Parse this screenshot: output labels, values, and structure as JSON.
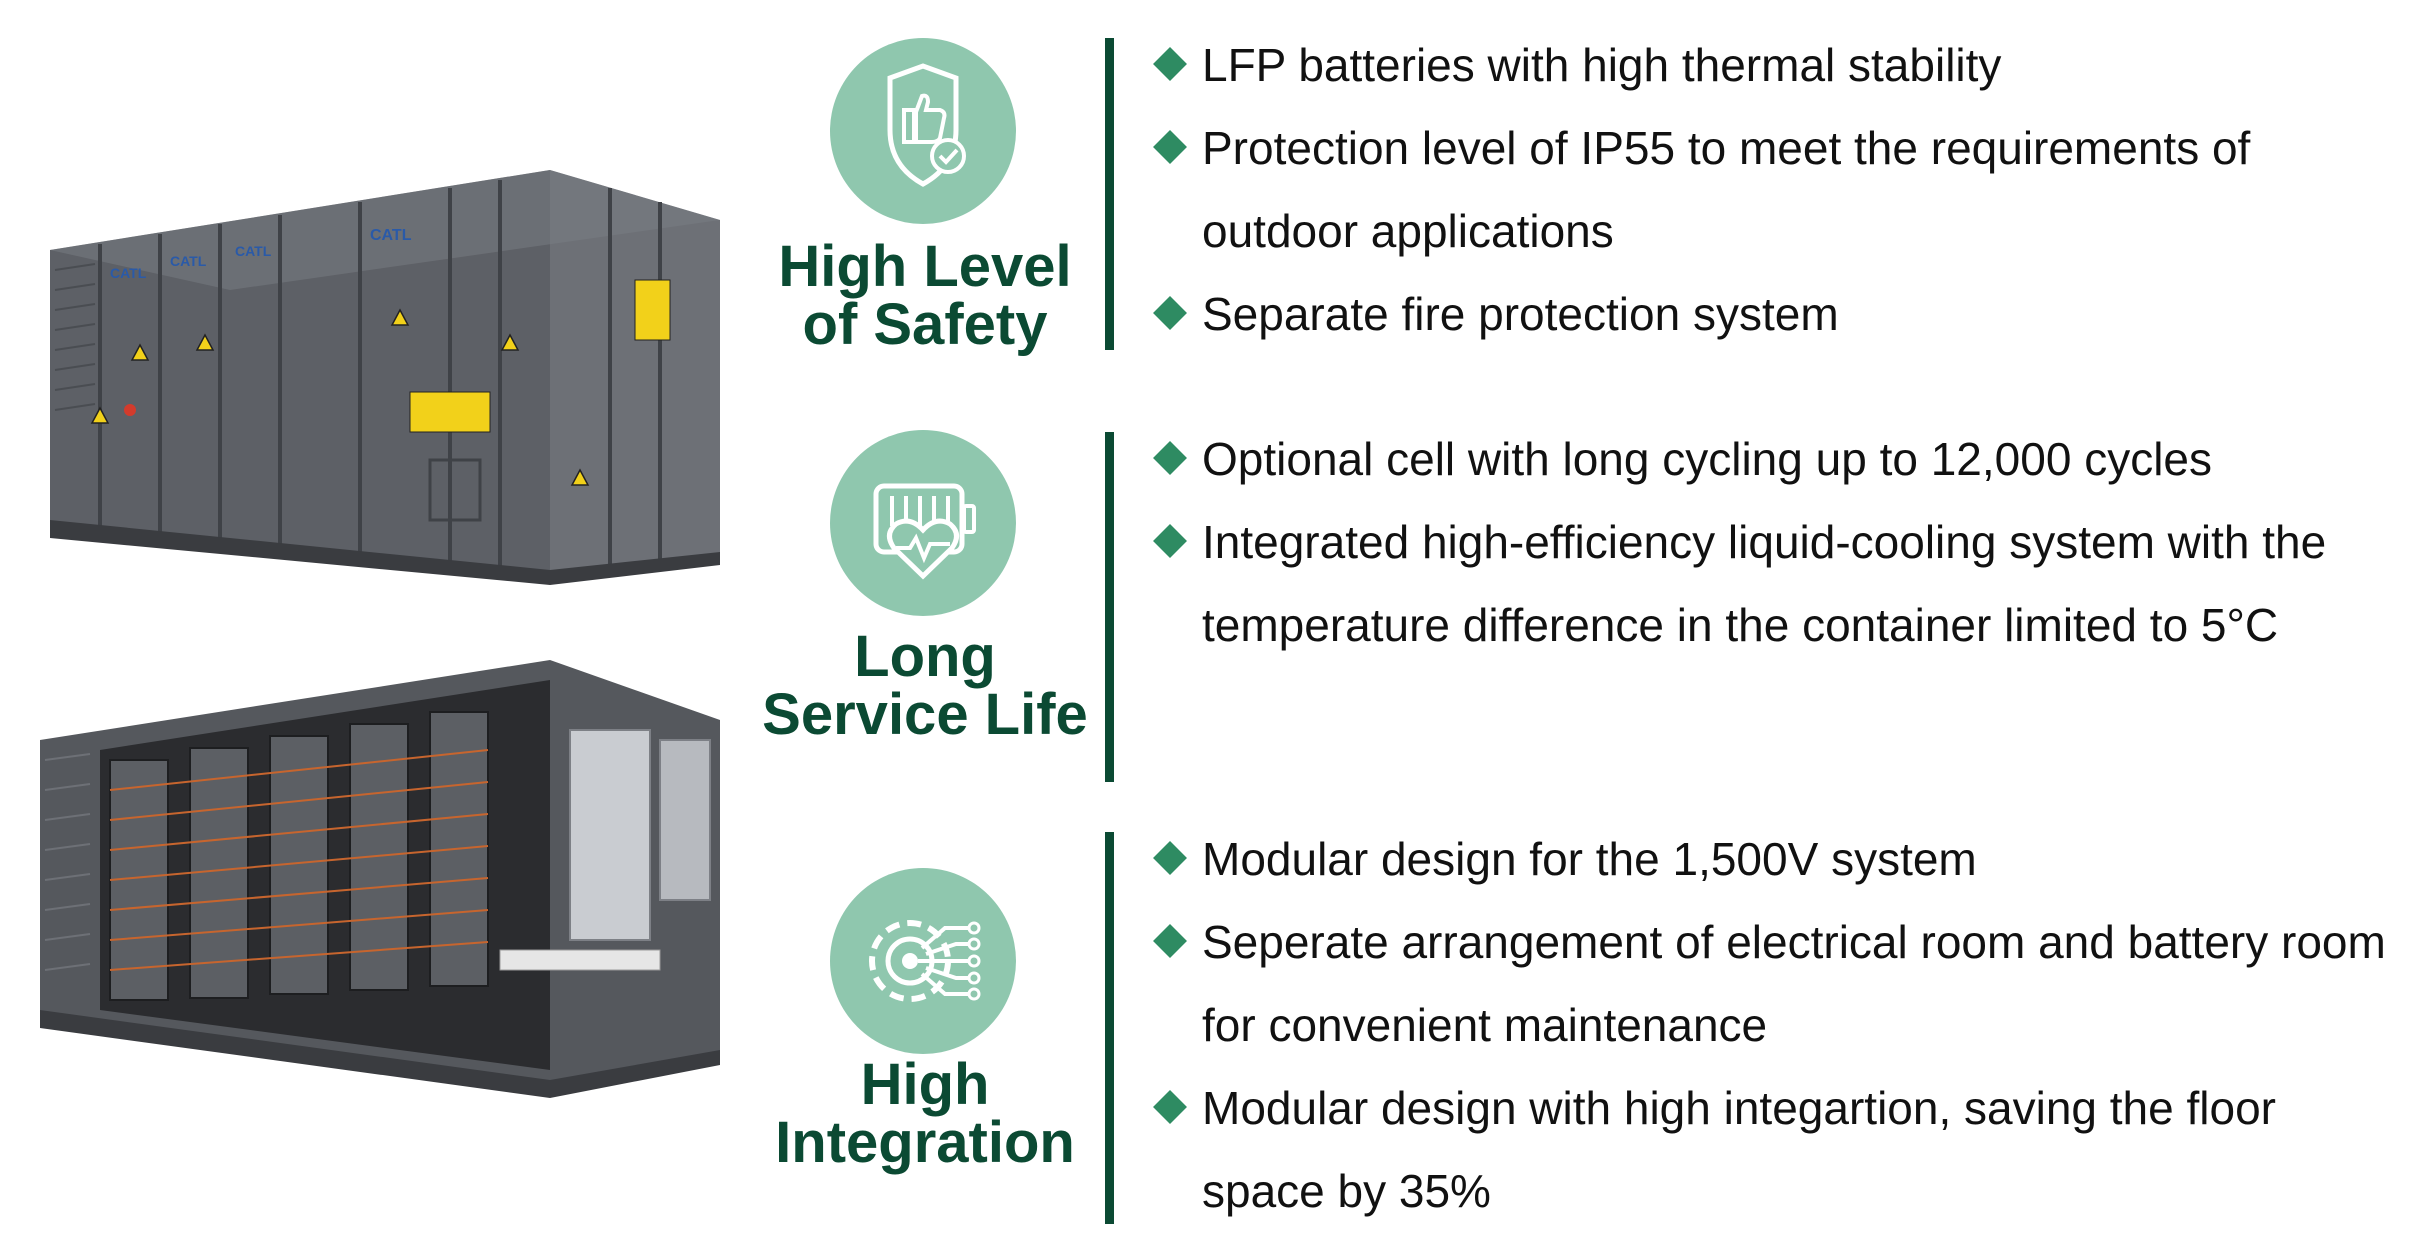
{
  "colors": {
    "accent_dark_green": "#0b4a33",
    "badge_green": "#8fc7ae",
    "bullet_green": "#2e8b62",
    "container_grey": "#5d6066"
  },
  "images": {
    "container_closed": {
      "brand_marks": [
        "CATL",
        "CATL",
        "CATL",
        "CATL"
      ],
      "description_icon": "closed-container-image"
    },
    "container_open": {
      "description_icon": "open-container-image"
    }
  },
  "features": [
    {
      "icon": "shield-thumbs-up-icon",
      "title_lines": [
        "High Level",
        "of Safety"
      ],
      "bullets": [
        "LFP batteries with high thermal stability",
        "Protection level of IP55 to meet the requirements of outdoor applications",
        "Separate fire protection system"
      ]
    },
    {
      "icon": "battery-heart-icon",
      "title_lines": [
        "Long",
        "Service Life"
      ],
      "bullets": [
        "Optional cell with long cycling up to 12,000 cycles",
        "Integrated high-efficiency liquid-cooling system with the temperature difference in the container limited to 5°C"
      ]
    },
    {
      "icon": "gear-circuit-icon",
      "title_lines": [
        "High",
        "Integration"
      ],
      "bullets": [
        "Modular design for the 1,500V system",
        "Seperate arrangement of electrical room and battery room for convenient maintenance",
        "Modular design with high integartion, saving the floor space by 35%"
      ]
    }
  ]
}
